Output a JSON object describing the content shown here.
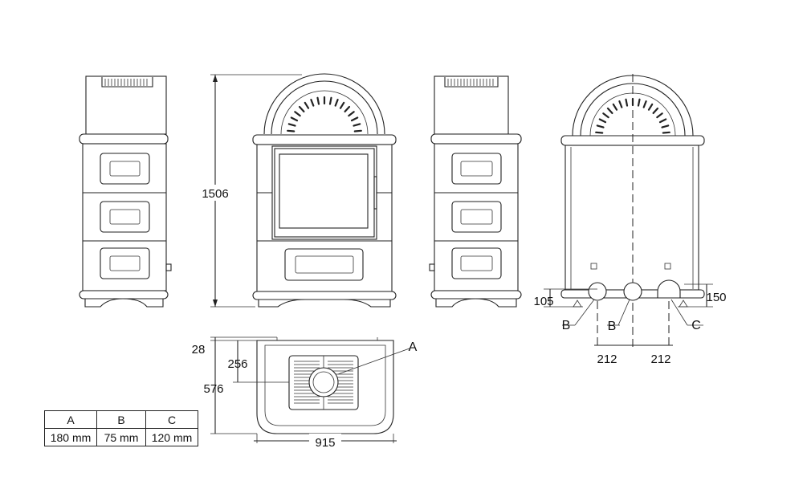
{
  "dimensions": {
    "height": "1506",
    "depth": "576",
    "wall_clearance": "28",
    "flue_offset": "256",
    "width": "915",
    "side_offset_left": "105",
    "side_offset_right": "150",
    "rear_spacing_left": "212",
    "rear_spacing_right": "212"
  },
  "labels": {
    "flue_outlet": "A",
    "rear_outlet_1": "B",
    "rear_outlet_2": "B",
    "side_outlet": "C"
  },
  "spec_table": {
    "headers": [
      "A",
      "B",
      "C"
    ],
    "values": [
      "180 mm",
      "75 mm",
      "120 mm"
    ]
  }
}
